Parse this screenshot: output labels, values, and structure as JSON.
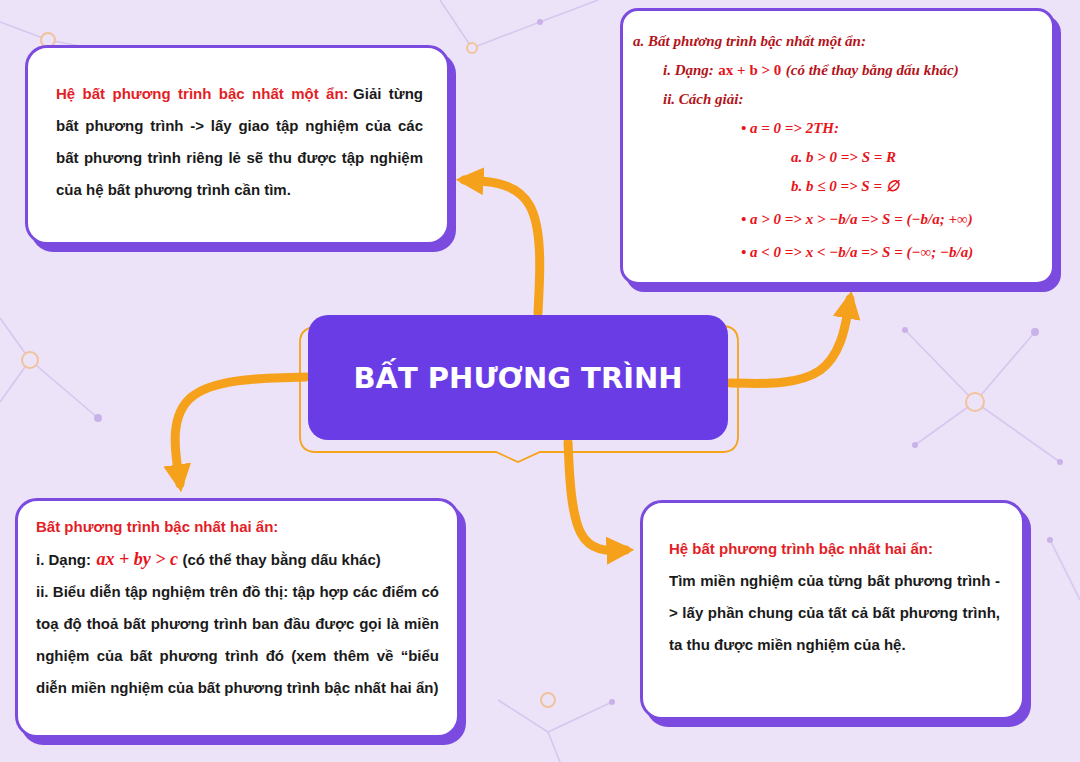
{
  "diagram": {
    "nodes": [
      {
        "text": [
          "Hệ bất phương trình bậc nhất một ẩn:",
          "Giải từng bất phương trình -> lấy giao tập nghiệm của các bất phương trình riêng lẻ sẽ thu được tập nghiệm của hệ bất phương trình cần tìm."
        ]
      },
      {
        "text": [
          "a. Bất phương trình bậc nhất một ẩn:",
          "i. Dạng:",
          "ax + b > 0",
          "(có thể thay bằng dấu khác)",
          "ii. Cách giải:",
          "• a = 0 => 2TH:",
          "a. b > 0 => S = R",
          "b. b ≤ 0 => S = ∅",
          "• a > 0 => x > −b/a => S = (−b/a; +∞)",
          "• a < 0 => x < −b/a => S = (−∞; −b/a)"
        ]
      },
      {
        "text": [
          "BẤT PHƯƠNG TRÌNH"
        ]
      },
      {
        "text": [
          "Bất phương trình bậc nhất hai ẩn:",
          "i. Dạng:",
          "ax + by > c",
          "(có thể thay bằng dấu khác)",
          "ii. Biểu diễn tập nghiệm trên đồ thị: tập hợp các điểm có toạ độ thoả bất phương trình ban đầu được gọi là miền nghiệm của bất phương trình đó (xem thêm về “biểu diễn miền nghiệm của bất phương trình bậc nhất hai ẩn)"
        ]
      },
      {
        "text": [
          "Hệ bất phương trình bậc nhất hai ẩn:",
          "Tìm miền nghiệm của từng bất phương trình -> lấy phần chung của tất cả bất phương trình, ta thu được miền nghiệm của hệ."
        ]
      }
    ],
    "edges": [
      {
        "from": 2,
        "to": 1,
        "arrow": "to"
      },
      {
        "from": 2,
        "to": 0,
        "arrow": "to"
      },
      {
        "from": 2,
        "to": 3,
        "arrow": "to"
      },
      {
        "from": 2,
        "to": 4,
        "arrow": "to"
      }
    ]
  }
}
